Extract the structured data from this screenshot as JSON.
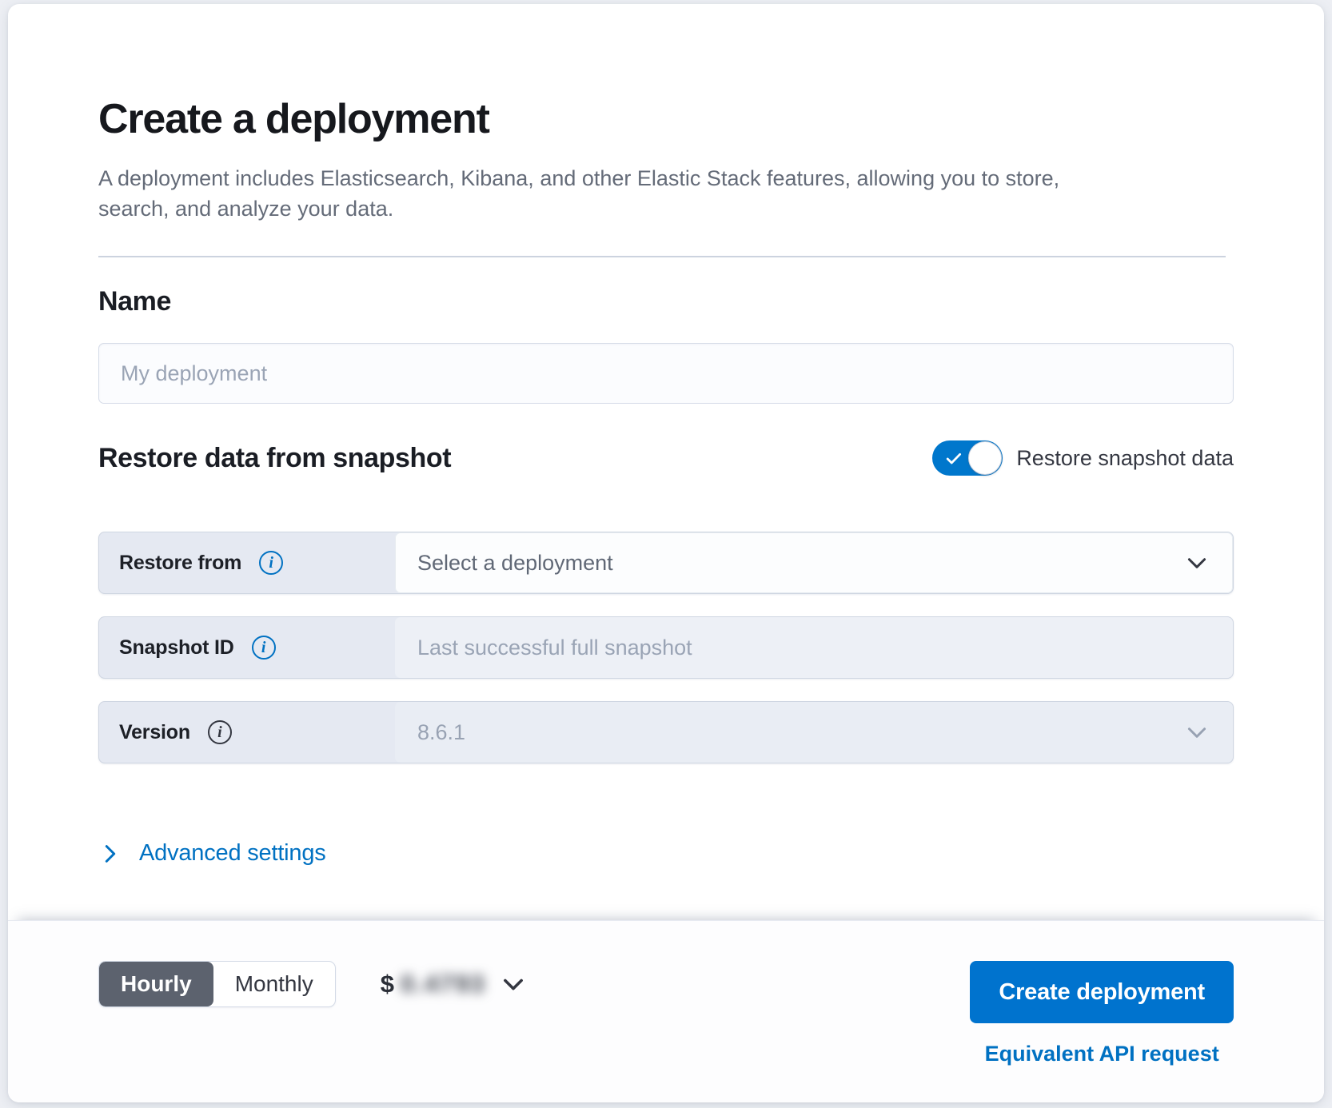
{
  "page": {
    "title": "Create a deployment",
    "subtitle": "A deployment includes Elasticsearch, Kibana, and other Elastic Stack features, allowing you to store, search, and analyze your data."
  },
  "name_section": {
    "heading": "Name",
    "input_value": "",
    "input_placeholder": "My deployment"
  },
  "restore_section": {
    "heading": "Restore data from snapshot",
    "toggle_label": "Restore snapshot data",
    "toggle_state": "on",
    "rows": [
      {
        "label": "Restore from",
        "info_icon": "info-icon",
        "control": "select",
        "value": "Select a deployment",
        "enabled": true
      },
      {
        "label": "Snapshot ID",
        "info_icon": "info-icon",
        "control": "input",
        "value": "",
        "placeholder": "Last successful full snapshot",
        "enabled": false
      },
      {
        "label": "Version",
        "info_icon": "info-icon",
        "control": "select",
        "value": "8.6.1",
        "enabled": false
      }
    ]
  },
  "advanced_settings": {
    "label": "Advanced settings",
    "expanded": false
  },
  "footer": {
    "billing_options": [
      {
        "label": "Hourly",
        "selected": true
      },
      {
        "label": "Monthly",
        "selected": false
      }
    ],
    "price": {
      "currency": "$",
      "value_blurred": "0.4793"
    },
    "create_button_label": "Create deployment",
    "api_link_label": "Equivalent API request"
  },
  "colors": {
    "primary_blue": "#0077cc",
    "link_blue": "#0071c2",
    "selected_segment_gray": "#5c626e",
    "text_dark": "#16181d",
    "text_gray": "#646b78",
    "placeholder_gray": "#9aa4b5",
    "row_label_bg": "#e5e9f2",
    "page_bg": "#edeff4"
  }
}
